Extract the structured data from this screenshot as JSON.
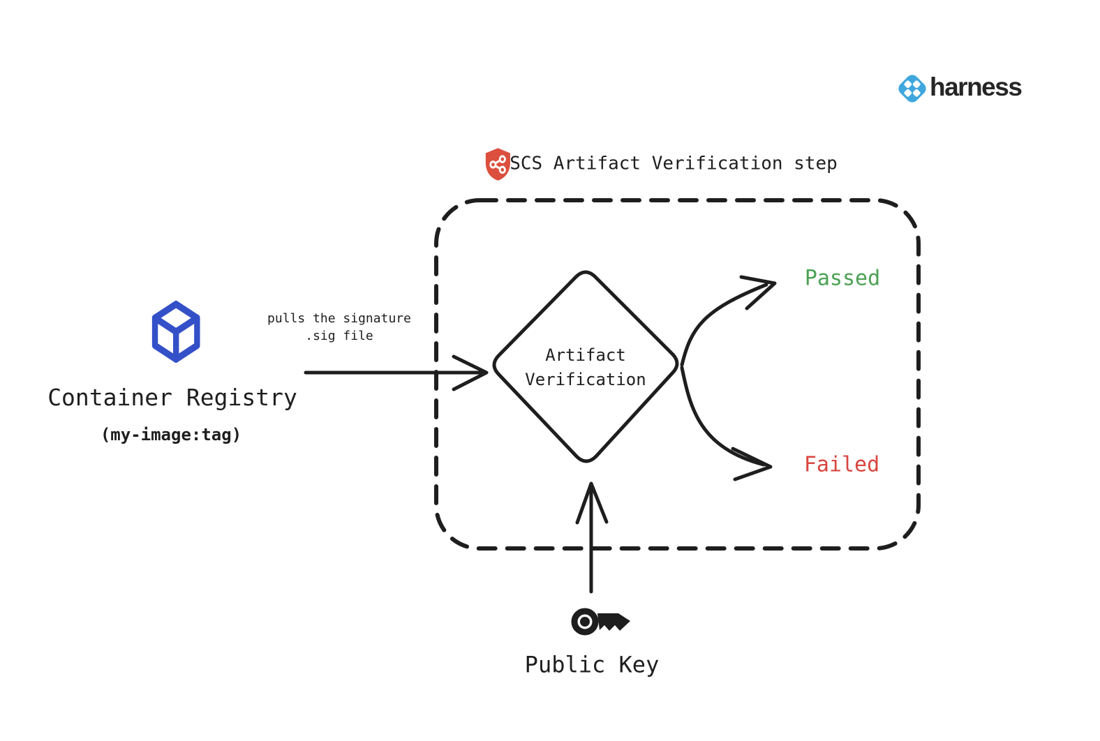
{
  "page": {
    "background": "#ffffff",
    "ink": "#1e1e1e"
  },
  "logo": {
    "brand": "harness",
    "icon": "harness-diamond-icon",
    "icon_color": "#3FA7DE",
    "text_color": "#262626"
  },
  "header": {
    "icon": "shield-graph-icon",
    "icon_color": "#DC4F3E",
    "title": "SCS Artifact Verification step"
  },
  "step_box": {
    "style": "dashed",
    "stroke_color": "#1e1e1e"
  },
  "decision": {
    "line1": "Artifact",
    "line2": "Verification"
  },
  "source": {
    "icon": "container-cube-icon",
    "icon_color": "#3350C8",
    "title": "Container Registry",
    "subtitle": "(my-image:tag)"
  },
  "pull_arrow": {
    "line1": "pulls the signature",
    "line2": ".sig file"
  },
  "outcomes": {
    "passed": {
      "label": "Passed",
      "color": "#4CA154"
    },
    "failed": {
      "label": "Failed",
      "color": "#D8453E"
    }
  },
  "public_key": {
    "icon": "key-icon",
    "label": "Public Key"
  }
}
